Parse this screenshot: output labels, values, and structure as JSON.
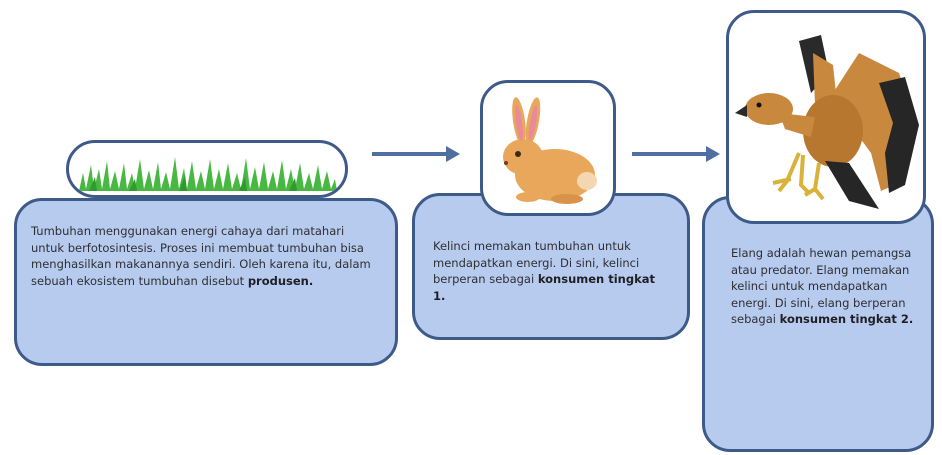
{
  "steps": [
    {
      "text": "Tumbuhan menggunakan energi cahaya dari matahari untuk berfotosintesis. Proses ini membuat tumbuhan bisa menghasilkan makanannya sendiri. Oleh karena itu, dalam sebuah ekosistem tumbuhan disebut",
      "bold": "produsen."
    },
    {
      "text": "Kelinci memakan tumbuhan untuk mendapatkan energi. Di sini, kelinci berperan sebagai",
      "bold": "konsumen tingkat 1."
    },
    {
      "text": "Elang adalah hewan pemangsa atau predator. Elang memakan kelinci untuk mendapatkan energi. Di sini, elang berperan sebagai",
      "bold": "konsumen tingkat 2."
    }
  ],
  "icons": [
    "grass-icon",
    "rabbit-icon",
    "eagle-icon",
    "arrow-right-icon",
    "arrow-right-icon"
  ],
  "colors": {
    "box_fill": "#b6cbee",
    "box_border": "#3e5a88",
    "arrow": "#4f6fa0",
    "grass": "#3fae3a"
  }
}
